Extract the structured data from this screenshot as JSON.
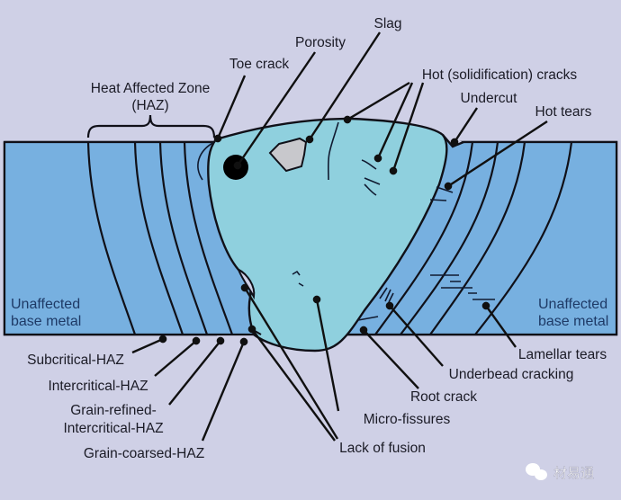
{
  "title": "Weld defects and heat affected zone diagram",
  "colors": {
    "background": "#cfd0e6",
    "base_metal": "#77b0e0",
    "weld_metal": "#8fd0de",
    "slag": "#c8c8cc",
    "porosity": "#000000"
  },
  "labels": {
    "haz_line1": "Heat Affected Zone",
    "haz_line2": "(HAZ)",
    "toe_crack": "Toe crack",
    "porosity": "Porosity",
    "slag": "Slag",
    "hot_cracks": "Hot (solidification) cracks",
    "undercut": "Undercut",
    "hot_tears": "Hot tears",
    "unaffected_left_1": "Unaffected",
    "unaffected_left_2": "base metal",
    "unaffected_right_1": "Unaffected",
    "unaffected_right_2": "base metal",
    "lamellar_tears": "Lamellar tears",
    "underbead_cracking": "Underbead cracking",
    "root_crack": "Root crack",
    "micro_fissures": "Micro-fissures",
    "lack_of_fusion": "Lack of fusion",
    "subcritical_haz": "Subcritical-HAZ",
    "intercritical_haz": "Intercritical-HAZ",
    "grain_refined_1": "Grain-refined-",
    "grain_refined_2": "Intercritical-HAZ",
    "grain_coarsed_haz": "Grain-coarsed-HAZ"
  },
  "watermark": "材易通"
}
